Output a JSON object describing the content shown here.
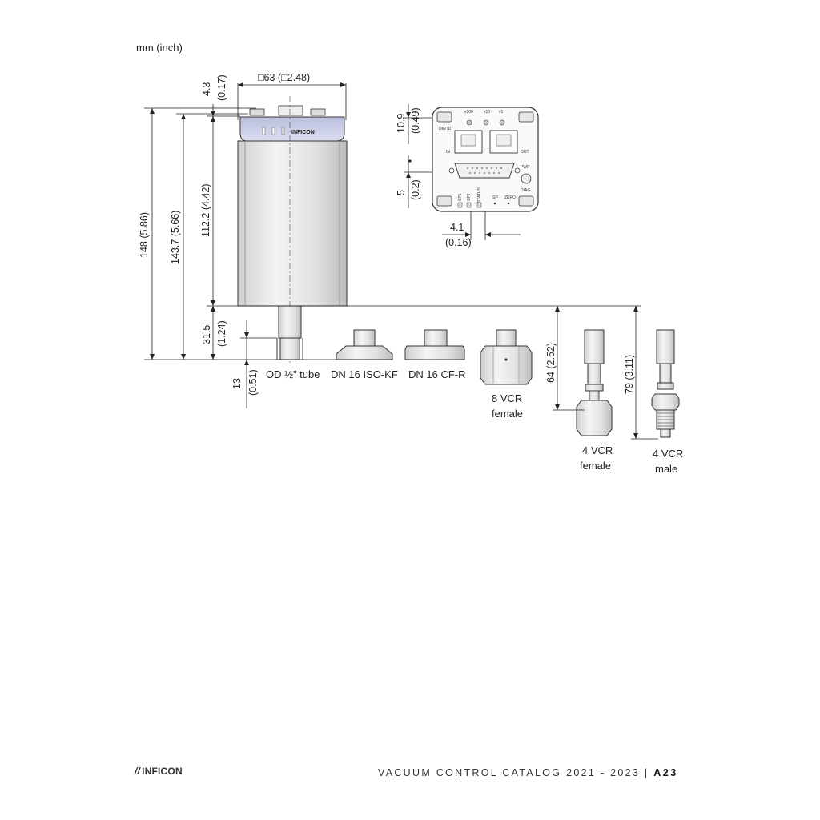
{
  "units_note": "mm (inch)",
  "dimensions": {
    "width": "□63 (□2.48)",
    "top_cap_mm": "4.3",
    "top_cap_in": "(0.17)",
    "total": "148 (5.86)",
    "to_flange": "143.7 (5.66)",
    "body": "112.2 (4.42)",
    "stub_mm": "31.5",
    "stub_in": "(1.24)",
    "tube_mm": "13",
    "tube_in": "(0.51)",
    "panel_top_mm": "10.9",
    "panel_top_in": "(0.49)",
    "panel_side_mm": "5",
    "panel_side_in": "(0.2)",
    "panel_bottom_mm": "4.1",
    "panel_bottom_in": "(0.16)",
    "vcr8": "64 (2.52)",
    "vcr4": "79 (3.11)"
  },
  "gauge_logo": "INFICON",
  "panel": {
    "range_x100": "x100",
    "range_x10": "x10",
    "range_x1": "x1",
    "dev_id": "Dev ID",
    "in": "IN",
    "out": "OUT",
    "pwr": "PWR",
    "diag": "DIAG",
    "sp1": "SP1",
    "sp2": "SP2",
    "status": "STATUS",
    "sp": "SP",
    "zero": "ZERO"
  },
  "fittings": [
    {
      "label": "OD ½\" tube"
    },
    {
      "label": "DN 16 ISO-KF"
    },
    {
      "label": "DN 16 CF-R"
    },
    {
      "label_line1": "8 VCR",
      "label_line2": "female"
    },
    {
      "label_line1": "4 VCR",
      "label_line2": "female"
    },
    {
      "label_line1": "4 VCR",
      "label_line2": "male"
    }
  ],
  "footer": {
    "logo": "INFICON",
    "catalog": "VACUUM CONTROL CATALOG 2021 - 2023 |",
    "page": "A23"
  },
  "colors": {
    "line": "#222222",
    "accent_blue": "#c9cde6",
    "metal": "#e6e6e6"
  }
}
